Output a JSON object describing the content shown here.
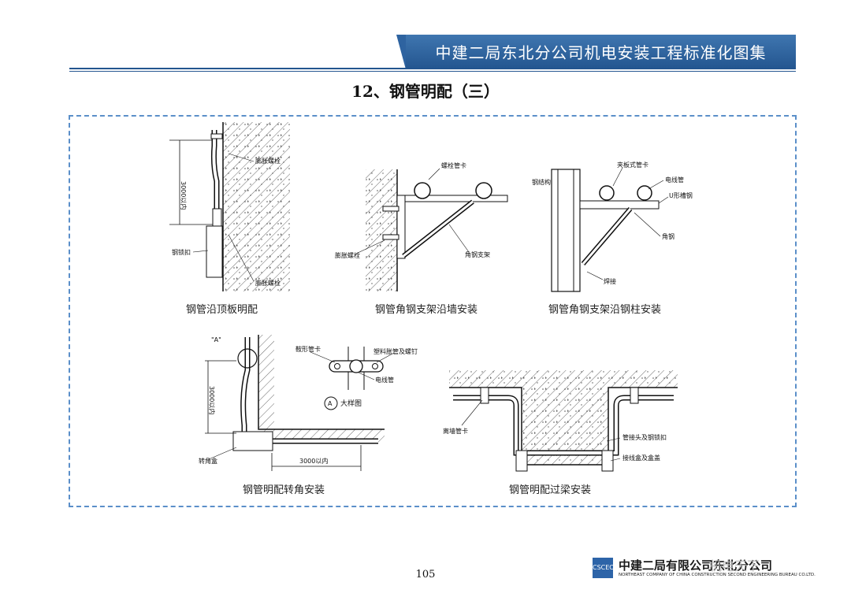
{
  "header": {
    "title": "中建二局东北分公司机电安装工程标准化图集"
  },
  "page_title": "12、钢管明配（三）",
  "figures": {
    "f1": {
      "caption": "钢管沿顶板明配",
      "labels": {
        "expansion_bolt_top": "膨胀螺栓",
        "dim": "3000以内",
        "lock": "钢锁扣",
        "expansion_bolt_bottom": "膨胀螺栓"
      }
    },
    "f2": {
      "caption": "钢管角钢支架沿墙安装",
      "labels": {
        "clip": "螺栓管卡",
        "expansion_bolt": "膨胀螺栓",
        "bracket": "角钢支架"
      }
    },
    "f3": {
      "caption": "钢管角钢支架沿钢柱安装",
      "labels": {
        "column": "钢结构",
        "clamp": "夹板式管卡",
        "conduit": "电线管",
        "channel": "U形槽钢",
        "angle": "角钢",
        "weld": "焊接"
      }
    },
    "f4": {
      "caption": "钢管明配转角安装",
      "labels": {
        "a_mark": "\"A\"",
        "dim_v": "3000以内",
        "corner_box": "转角盒",
        "dim_h": "3000以内",
        "saddle": "鞍形管卡",
        "plastic": "塑料胀管及螺钉",
        "wire_pipe": "电线管",
        "a_circle": "A",
        "detail": "大样图"
      }
    },
    "f5": {
      "caption": "钢管明配过梁安装",
      "labels": {
        "wall_clip": "离墙管卡",
        "joint": "管接头及钢锁扣",
        "box": "接线盒及盒盖"
      }
    }
  },
  "footer": {
    "page_number": "105",
    "company_cn": "中建二局有限公司东北分公司",
    "company_en": "NORTHEAST COMPANY OF CHINA CONSTRUCTION SECOND ENGINEERING BUREAU CO.LTD.",
    "logo_text": "CSCEC",
    "watermark": "机电天下"
  }
}
